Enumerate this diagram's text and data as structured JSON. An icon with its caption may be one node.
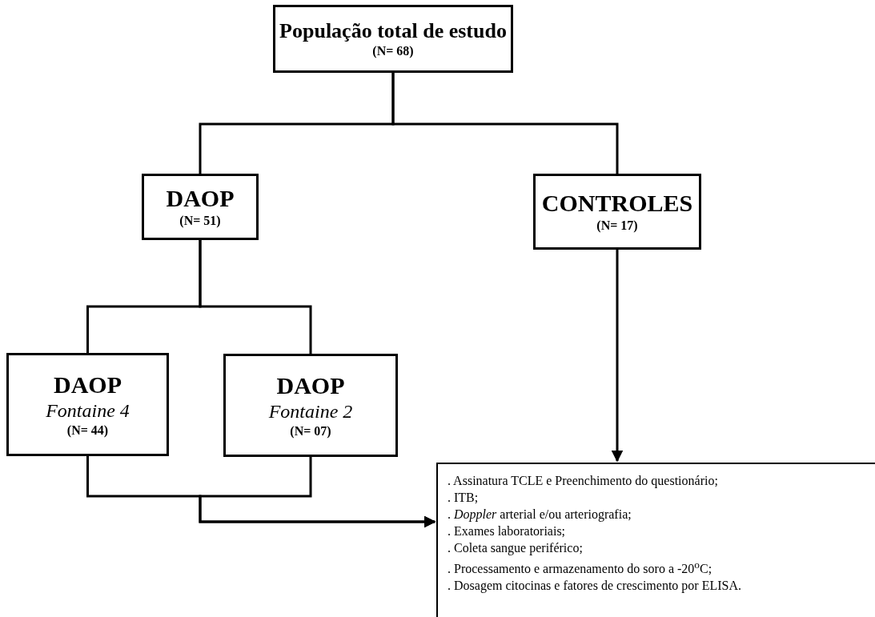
{
  "diagram": {
    "nodes": [
      {
        "text": [
          "População total de estudo",
          "(N= 68)"
        ]
      },
      {
        "text": [
          "DAOP",
          "(N= 51)"
        ]
      },
      {
        "text": [
          "CONTROLES",
          "(N= 17)"
        ]
      },
      {
        "text": [
          "DAOP",
          "Fontaine 4",
          "(N= 44)"
        ]
      },
      {
        "text": [
          "DAOP",
          "Fontaine 2",
          "(N= 07)"
        ]
      },
      {
        "text": [
          ". Assinatura TCLE e Preenchimento do questionário;",
          ". ITB;",
          ". *Doppler* arterial e/ou arteriografia;",
          ". Exames laboratoriais;",
          ". Coleta sangue periférico;",
          ". Processamento e armazenamento do soro a -20$^{o}$C;",
          ". Dosagem citocinas e fatores de crescimento por ELISA."
        ]
      }
    ],
    "edges": [
      {
        "from": 0,
        "to": 1,
        "arrow": "none"
      },
      {
        "from": 0,
        "to": 2,
        "arrow": "none"
      },
      {
        "from": 1,
        "to": 3,
        "arrow": "none"
      },
      {
        "from": 1,
        "to": 4,
        "arrow": "none"
      },
      {
        "from": 2,
        "to": 5,
        "arrow": "to"
      },
      {
        "from": 3,
        "to": 5,
        "arrow": "to"
      },
      {
        "from": 4,
        "to": 5,
        "arrow": "to"
      }
    ]
  }
}
